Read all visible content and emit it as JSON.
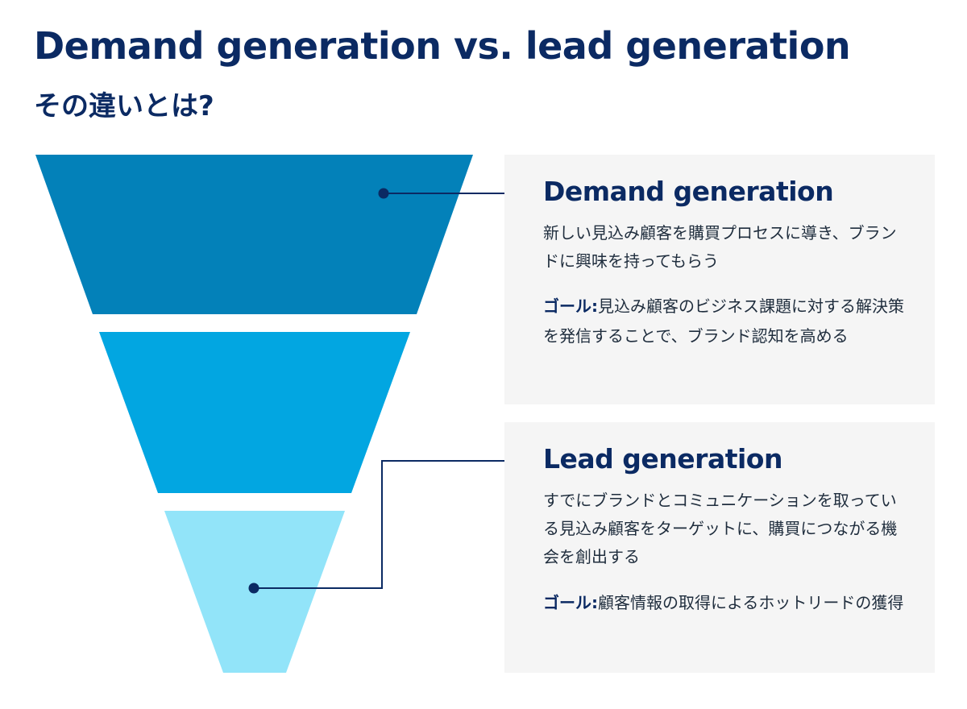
{
  "header": {
    "title": "Demand generation vs. lead generation",
    "subtitle": "その違いとは?"
  },
  "funnel": {
    "colors": {
      "top": "#0381b9",
      "middle": "#02a6e1",
      "bottom": "#92e4f9",
      "connector": "#0b2a63"
    }
  },
  "cards": {
    "demand": {
      "title": "Demand generation",
      "description": "新しい見込み顧客を購買プロセスに導き、ブランドに興味を持ってもらう",
      "goal_label": "ゴール:",
      "goal_text": "見込み顧客のビジネス課題に対する解決策を発信することで、ブランド認知を高める"
    },
    "lead": {
      "title": "Lead generation",
      "description": "すでにブランドとコミュニケーションを取っている見込み顧客をターゲットに、購買につながる機会を創出する",
      "goal_label": "ゴール:",
      "goal_text": "顧客情報の取得によるホットリードの獲得"
    }
  }
}
